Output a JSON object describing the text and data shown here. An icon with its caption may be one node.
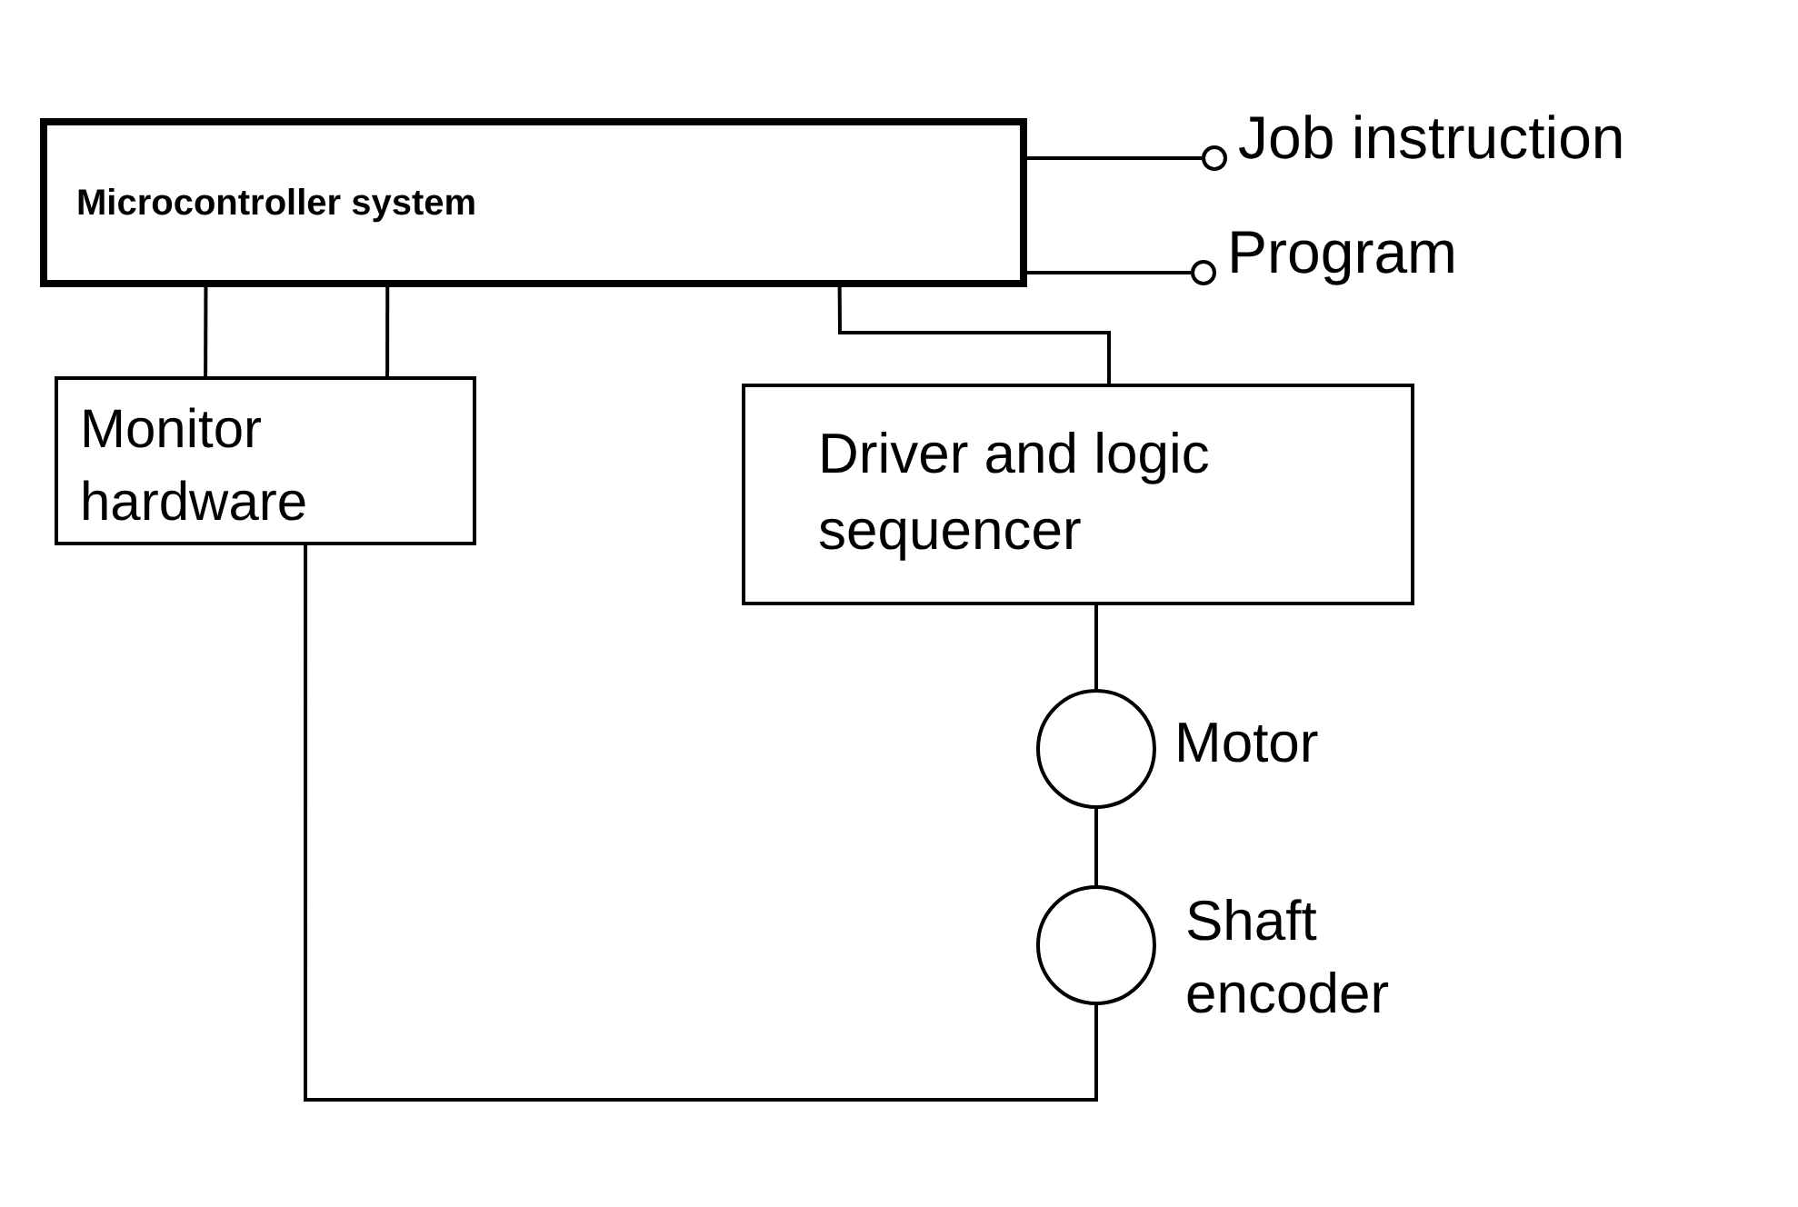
{
  "diagram": {
    "nodes": [
      {
        "text": [
          "Microcontroller system"
        ]
      },
      {
        "text": [],
        "shape": "circle",
        "beside": [
          "Job instruction"
        ]
      },
      {
        "text": [],
        "shape": "circle",
        "beside": [
          "Program"
        ]
      },
      {
        "text": [
          "Monitor hardware"
        ]
      },
      {
        "text": [
          "Driver and logic sequencer"
        ]
      },
      {
        "text": [],
        "shape": "circle",
        "beside": [
          "Motor"
        ]
      },
      {
        "text": [],
        "shape": "circle",
        "beside": [
          "Shaft encoder"
        ]
      }
    ],
    "edges": [
      {
        "from": 0,
        "to": 1,
        "arrow": "none"
      },
      {
        "from": 0,
        "to": 2,
        "arrow": "none"
      },
      {
        "from": 0,
        "to": 3,
        "arrow": "none"
      },
      {
        "from": 0,
        "to": 3,
        "arrow": "none"
      },
      {
        "from": 0,
        "to": 4,
        "arrow": "none"
      },
      {
        "from": 4,
        "to": 5,
        "arrow": "none"
      },
      {
        "from": 5,
        "to": 6,
        "arrow": "none"
      },
      {
        "from": 6,
        "to": 3,
        "arrow": "none"
      }
    ]
  }
}
